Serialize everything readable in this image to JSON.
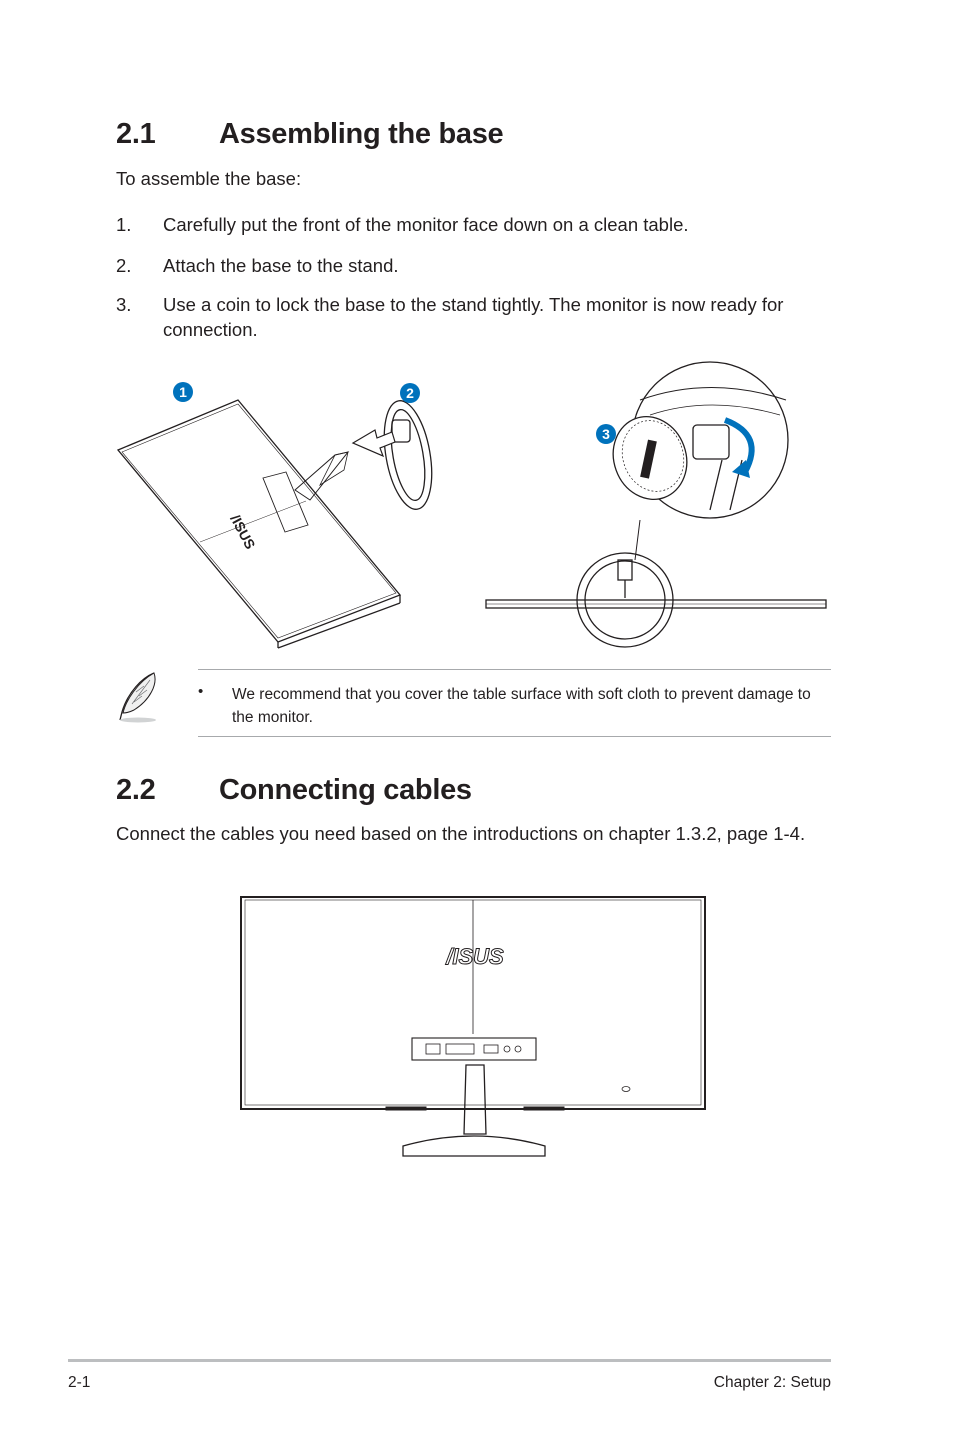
{
  "section1": {
    "number": "2.1",
    "title": "Assembling the base",
    "intro": "To assemble the base:",
    "steps": [
      {
        "n": "1.",
        "text": "Carefully put the front of the monitor face down on a clean table."
      },
      {
        "n": "2.",
        "text": "Attach the base to the stand."
      },
      {
        "n": "3.",
        "text": "Use a coin to lock the base to the stand tightly. The monitor is now ready for connection."
      }
    ],
    "figure_callouts": [
      "1",
      "2",
      "3"
    ]
  },
  "note": {
    "icon": "feather-icon",
    "bullet": "•",
    "text": "We recommend that you cover the table surface with soft cloth to prevent damage to the monitor."
  },
  "section2": {
    "number": "2.2",
    "title": "Connecting cables",
    "body": "Connect the cables you need based on the introductions on chapter 1.3.2, page 1-4."
  },
  "footer": {
    "page": "2-1",
    "chapter": "Chapter 2: Setup"
  },
  "colors": {
    "text": "#231f20",
    "callout_blue": "#0072bc",
    "rule": "#a7a9ac"
  }
}
